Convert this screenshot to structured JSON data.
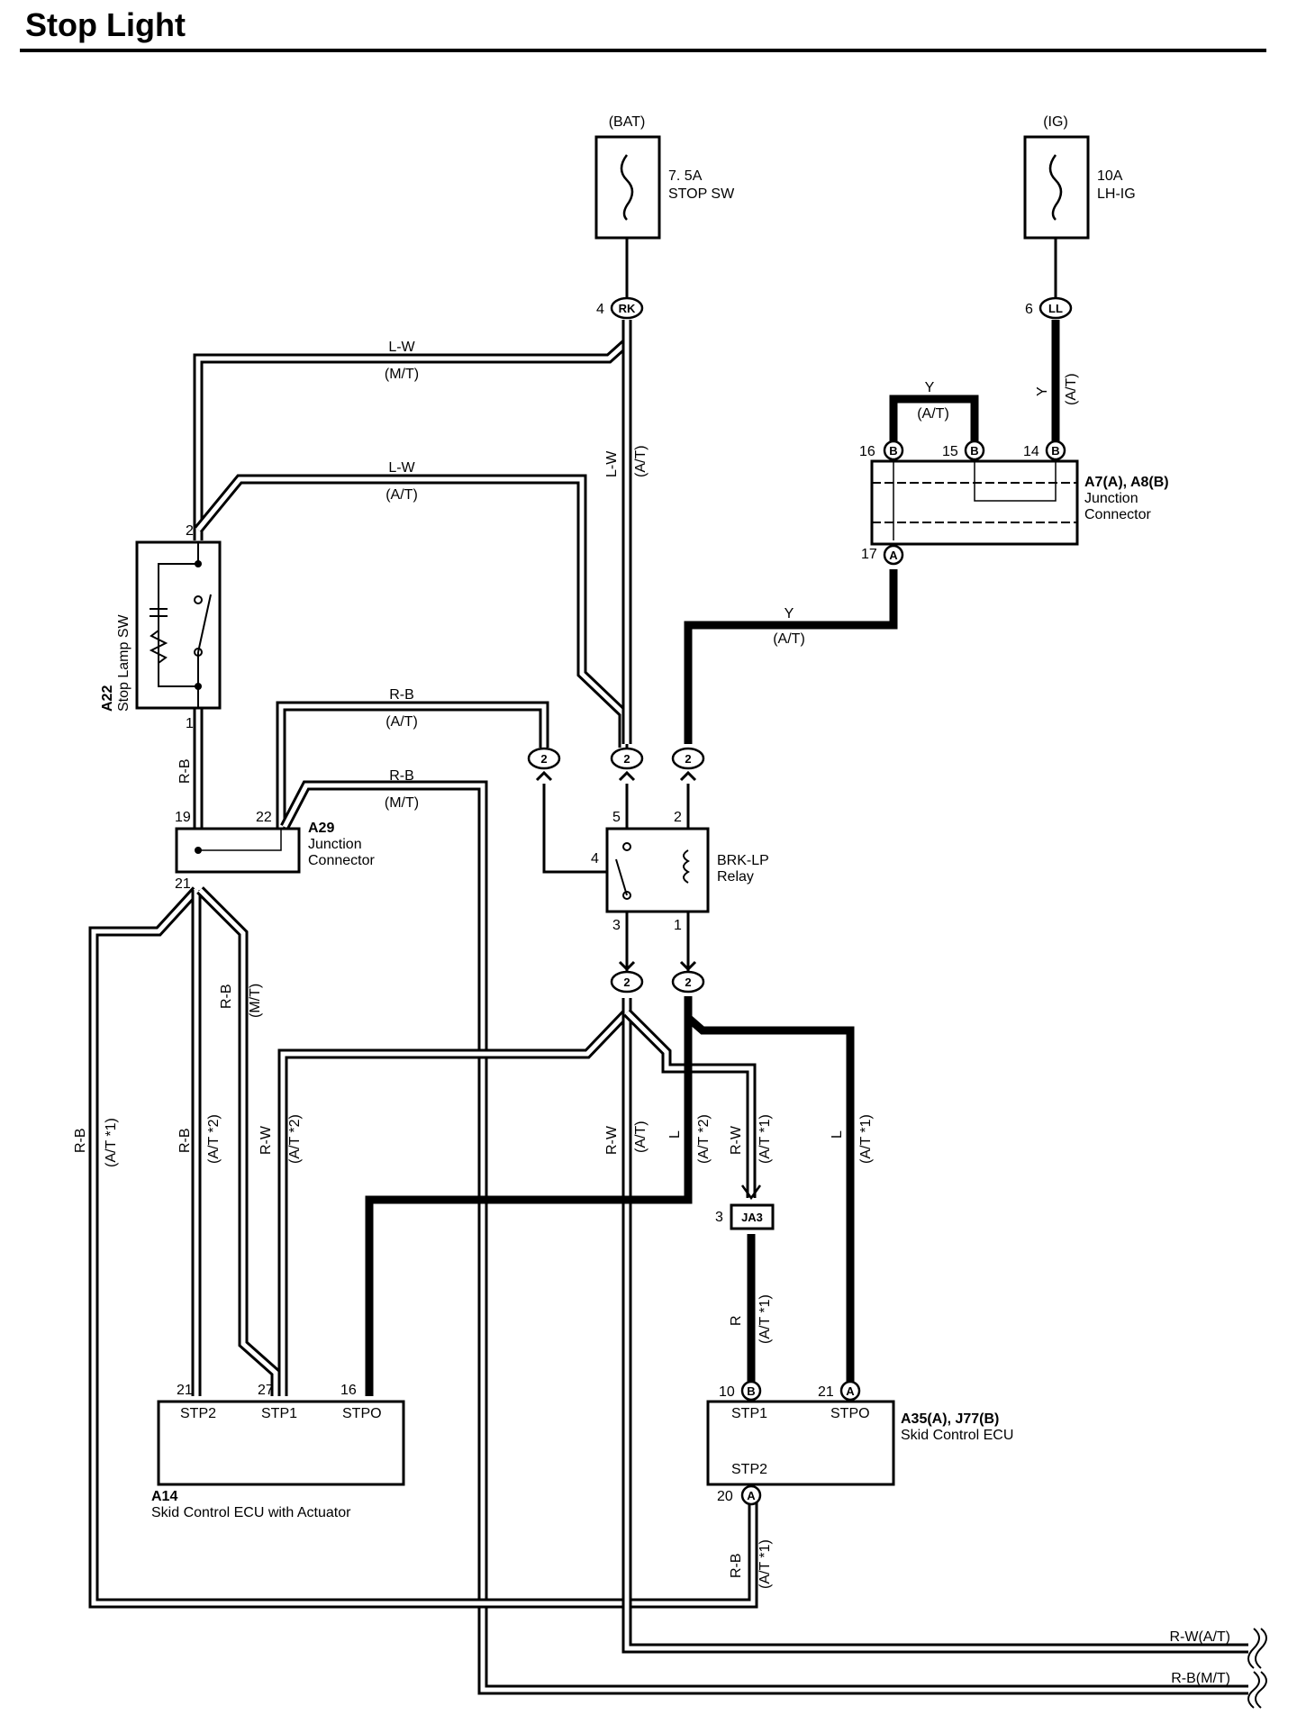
{
  "title": "Stop Light",
  "fuses": [
    {
      "source": "(BAT)",
      "rating": "7. 5A",
      "name": "STOP SW"
    },
    {
      "source": "(IG)",
      "rating": "10A",
      "name": "LH-IG"
    }
  ],
  "connectors": {
    "rk": {
      "pin": "4",
      "code": "RK"
    },
    "ll": {
      "pin": "6",
      "code": "LL"
    },
    "ja3": {
      "pin": "3",
      "code": "JA3"
    },
    "jc_a7_pins": [
      "16",
      "15",
      "14",
      "17"
    ],
    "jc_codes": [
      "B",
      "B",
      "B",
      "A"
    ],
    "pin2": "2"
  },
  "components": {
    "a7": {
      "id": "A7(A), A8(B)",
      "name1": "Junction",
      "name2": "Connector"
    },
    "a22": {
      "id": "A22",
      "name": "Stop Lamp SW",
      "pin_top": "2",
      "pin_bottom": "1"
    },
    "a29": {
      "id": "A29",
      "name1": "Junction",
      "name2": "Connector",
      "pins": [
        "19",
        "22",
        "21"
      ]
    },
    "relay": {
      "name1": "BRK-LP",
      "name2": "Relay",
      "pins": [
        "5",
        "2",
        "4",
        "3",
        "1"
      ]
    },
    "a14": {
      "id": "A14",
      "name": "Skid Control ECU with Actuator",
      "terminals": [
        "STP2",
        "STP1",
        "STPO"
      ],
      "pins": [
        "21",
        "27",
        "16"
      ]
    },
    "a35": {
      "id": "A35(A), J77(B)",
      "name": "Skid Control ECU",
      "terminals": [
        "STP1",
        "STPO",
        "STP2"
      ],
      "pins": [
        "10",
        "21",
        "20"
      ],
      "codes": [
        "B",
        "A",
        "A"
      ]
    }
  },
  "wire_labels": {
    "lw": "L-W",
    "mt": "(M/T)",
    "at": "(A/T)",
    "y": "Y",
    "rb": "R-B",
    "rw": "R-W",
    "l": "L",
    "r": "R",
    "at1": "(A/T *1)",
    "at2": "(A/T *2)",
    "out_rw": "R-W(A/T)",
    "out_rb": "R-B(M/T)"
  }
}
